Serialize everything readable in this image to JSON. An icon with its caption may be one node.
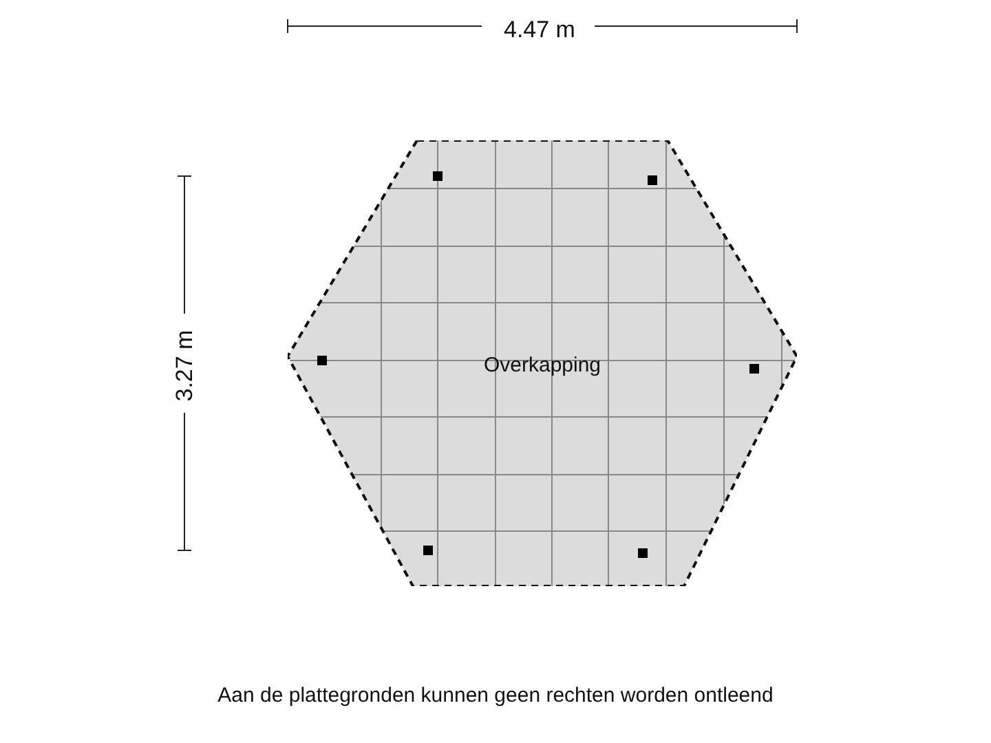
{
  "diagram": {
    "nodes": [
      {
        "text": [
          "Overkapping"
        ]
      }
    ],
    "edges": [],
    "labels": [
      "4.47 m",
      "3.27 m",
      "Aan de plattegronden kunnen geen rechten worden ontleend"
    ]
  }
}
